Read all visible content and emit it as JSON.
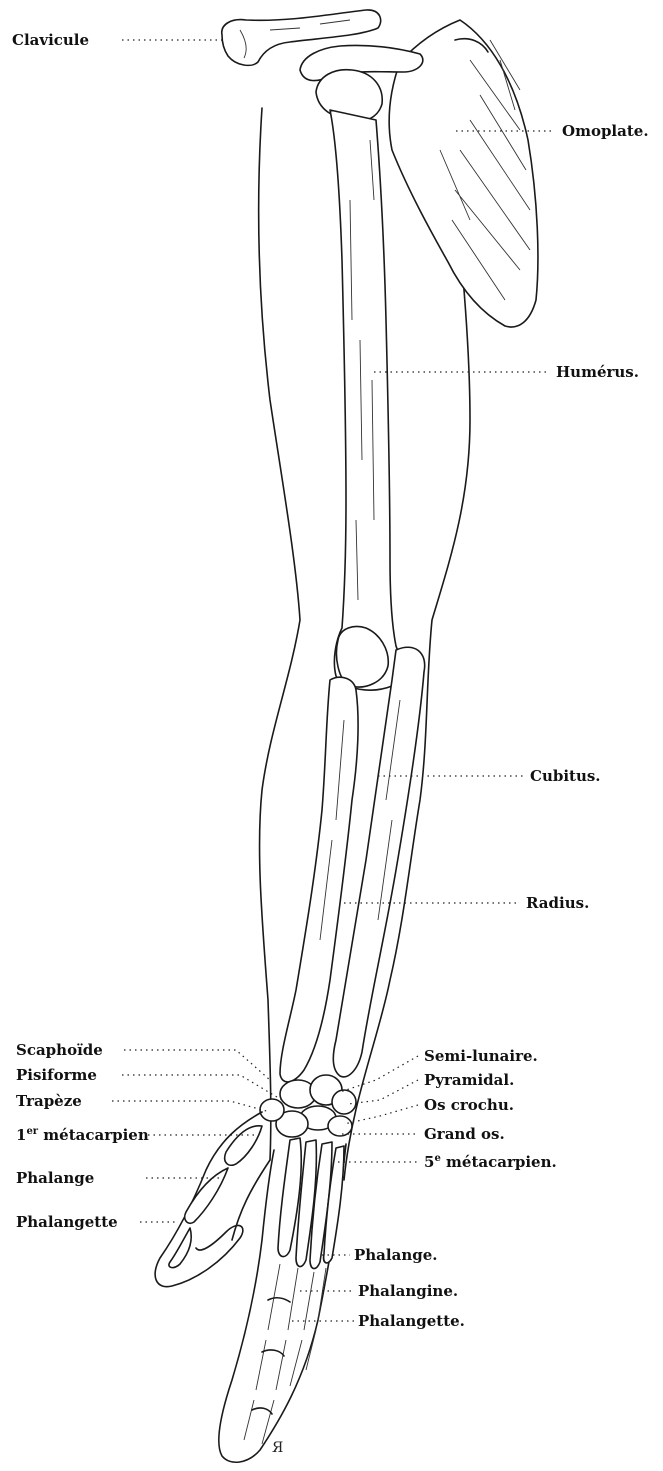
{
  "labels": {
    "clavicule": "Clavicule",
    "omoplate": "Omoplate.",
    "humerus": "Humérus.",
    "cubitus": "Cubitus.",
    "radius": "Radius.",
    "scaphoide": "Scaphoïde",
    "pisiforme": "Pisiforme",
    "trapeze": "Trapèze",
    "metacarpien1_num": "1",
    "metacarpien1_sup": "er",
    "metacarpien1_text": " métacarpien",
    "phalange_thumb": "Phalange",
    "phalangette_thumb": "Phalangette",
    "semi_lunaire": "Semi-lunaire.",
    "pyramidal": "Pyramidal.",
    "os_crochu": "Os crochu.",
    "grand_os": "Grand os.",
    "metacarpien5_num": "5",
    "metacarpien5_sup": "e",
    "metacarpien5_text": " métacarpien.",
    "phalange_finger": "Phalange.",
    "phalangine": "Phalangine.",
    "phalangette_finger": "Phalangette."
  },
  "signature": "Я"
}
